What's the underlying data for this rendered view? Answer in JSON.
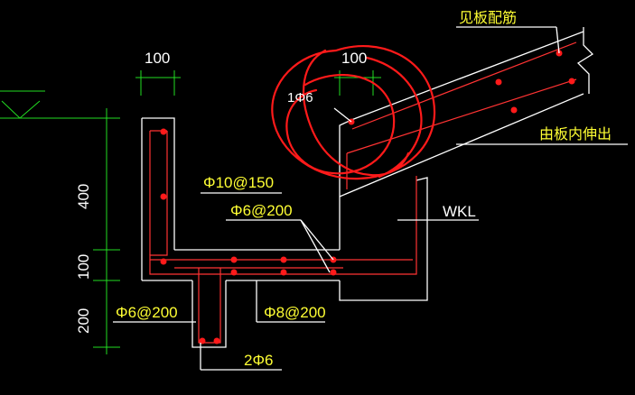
{
  "canvas": {
    "background": "#000000"
  },
  "colors": {
    "outline": "#ffffff",
    "rebar": "#ff3333",
    "dimension": "#22dd22",
    "text_yellow": "#ffff33",
    "annotation_circle": "#ff1a1a"
  },
  "labels": {
    "dim_100_top_left": "100",
    "dim_100_top_right": "100",
    "dim_400": "400",
    "dim_100_mid": "100",
    "dim_200": "200",
    "bar_1phi6": "1Φ6",
    "stirrup_phi10_150": "Φ10@150",
    "stirrup_phi6_200_right": "Φ6@200",
    "stirrup_phi6_200_left": "Φ6@200",
    "stirrup_phi8_200": "Φ8@200",
    "bar_2phi6": "2Φ6",
    "wkl": "WKL",
    "see_slab_rebar": "见板配筋",
    "from_slab_extend": "由板内伸出"
  }
}
